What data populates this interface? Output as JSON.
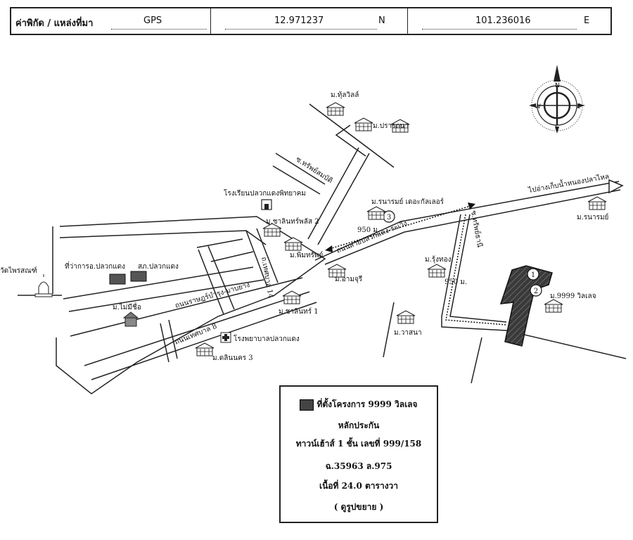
{
  "header": {
    "label": "ค่าพิกัด / แหล่งที่มา",
    "source": "GPS",
    "latitude": "12.971237",
    "lat_dir": "N",
    "longitude": "101.236016",
    "lon_dir": "E"
  },
  "compass": {
    "n": "N",
    "s": "S",
    "e": "E",
    "w": "W"
  },
  "places": {
    "tulip_villa": "ม.ทุ้ลวิลล์",
    "prathana": "ม.ปรารถนา",
    "trapsombat_road": "ซ.ทรัพย์สมบัติ",
    "school": "โรงเรียนปลวกแดงพิทยาคม",
    "sunny_excellence": "ม.รนารมย์ เดอะกัลเลอร์",
    "reservoir": "ไปอ่างเก็บน้ำหนองปลาไหล",
    "naram": "ม.รนารมย์",
    "chalin_plus2": "ม.ชาลินทร์พลัส 2",
    "phimsap": "ม.พิมทรัพย์",
    "pluakdaeng_rayong_rd": "ถนนสายปลวกแดง-ระเวิง",
    "dist_950a": "950 ม.",
    "dist_950b": "950 ม.",
    "soi_sapsombat": "ซ.ทรัพย์ธานี",
    "rungthong": "ม.รุ้งทอง",
    "temple": "วัดไพรสณฑ์",
    "district_office": "ที่ว่าการอ.ปลวกแดง",
    "police": "สภ.ปลวกแดง",
    "soi14": "ถ.เทศบาล 14",
    "amjuri": "ม.อามจุรี",
    "project_9999": "ม.9999 วิลเลจ",
    "mai_mi_chue": "ม.ไม่มีชื่อ",
    "sukhumvit_rd": "ถนนราษฎร์บำรุง-มาบยาง",
    "chalin1": "ม.ชาลินทร์ 1",
    "vasana": "ม.วาสนา",
    "tessaban8": "ถนนเทศบาล 8",
    "hospital": "โรงพยาบาลปลวกแดง",
    "dalin3": "ม.ดลินนคร 3",
    "marker1": "1",
    "marker2": "2",
    "marker3": "3"
  },
  "legend": {
    "project": "ที่ตั้งโครงการ 9999 วิลเลจ",
    "collateral": "หลักประกัน",
    "house_type": "ทาวน์เฮ้าส์ 1 ชั้น เลขที่ 999/158",
    "deed": "ฉ.35963 ล.975",
    "area": "เนื้อที่ 24.0 ตารางวา",
    "enlarge": "( ดูรูปขยาย )"
  }
}
